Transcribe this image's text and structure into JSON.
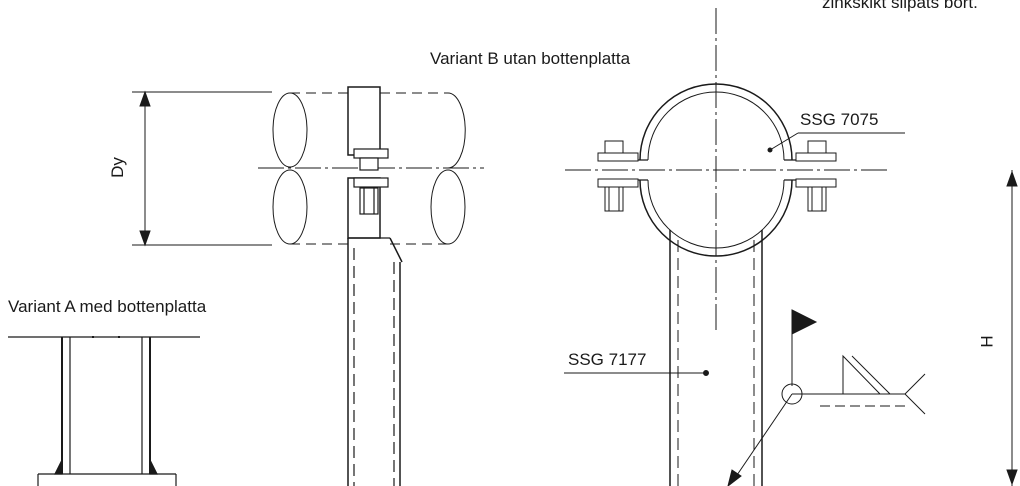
{
  "labels": {
    "variant_b": "Variant B utan bottenplatta",
    "variant_a": "Variant A med bottenplatta",
    "ssg_7075": "SSG 7075",
    "ssg_7177": "SSG 7177",
    "dy": "Dy",
    "h": "H",
    "note_cut": "zinkskikt slipats bort."
  },
  "colors": {
    "line": "#1a1a1a",
    "background": "#ffffff"
  }
}
